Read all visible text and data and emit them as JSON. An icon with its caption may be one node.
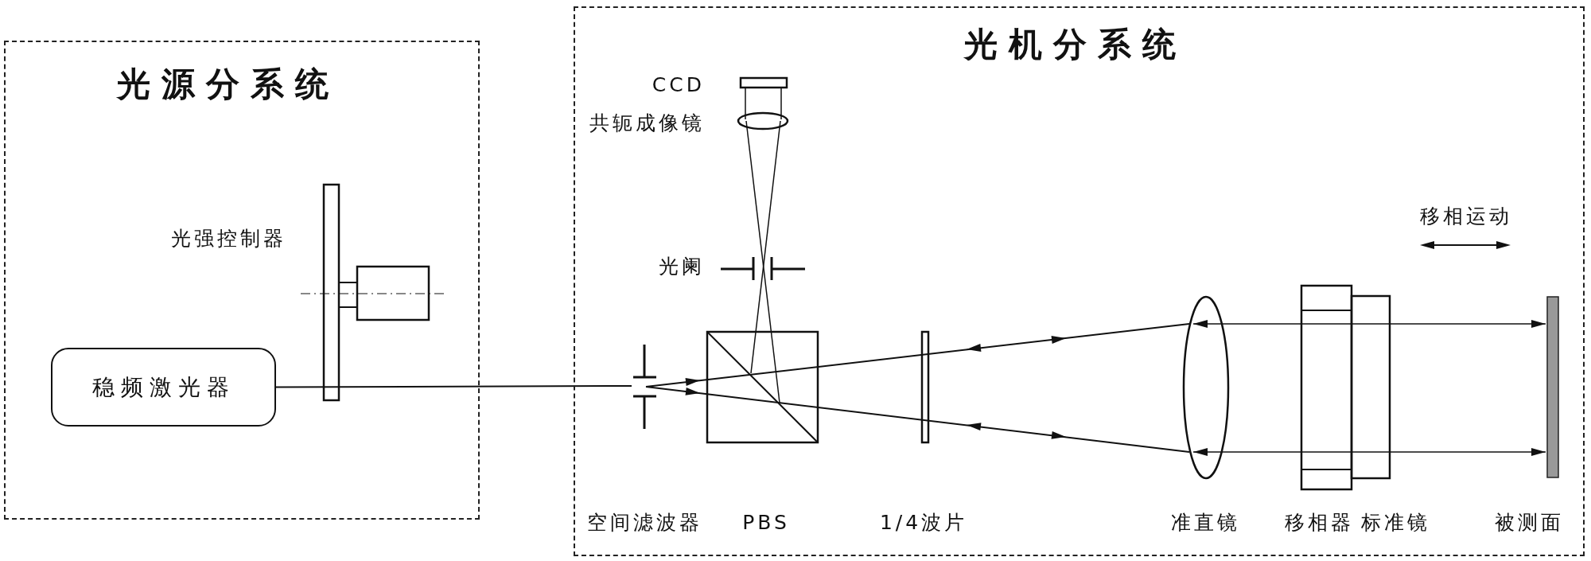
{
  "diagram": {
    "nodes": [
      {
        "text": [
          "光源分系统"
        ]
      },
      {
        "text": [
          "光机分系统"
        ]
      },
      {
        "text": [
          "稳频激光器"
        ],
        "in": 0
      },
      {
        "text": [],
        "shape": "aperture",
        "in": 1
      }
    ],
    "edges": [
      {
        "from": 2,
        "to": 3,
        "arrow": "none"
      }
    ],
    "labels": [
      "CCD",
      "共轭成像镜",
      "移相运动",
      "光强控制器",
      "光阑",
      "空间滤波器",
      "PBS",
      "1/4波片",
      "准直镜",
      "移相器",
      "标准镜",
      "被测面"
    ]
  }
}
